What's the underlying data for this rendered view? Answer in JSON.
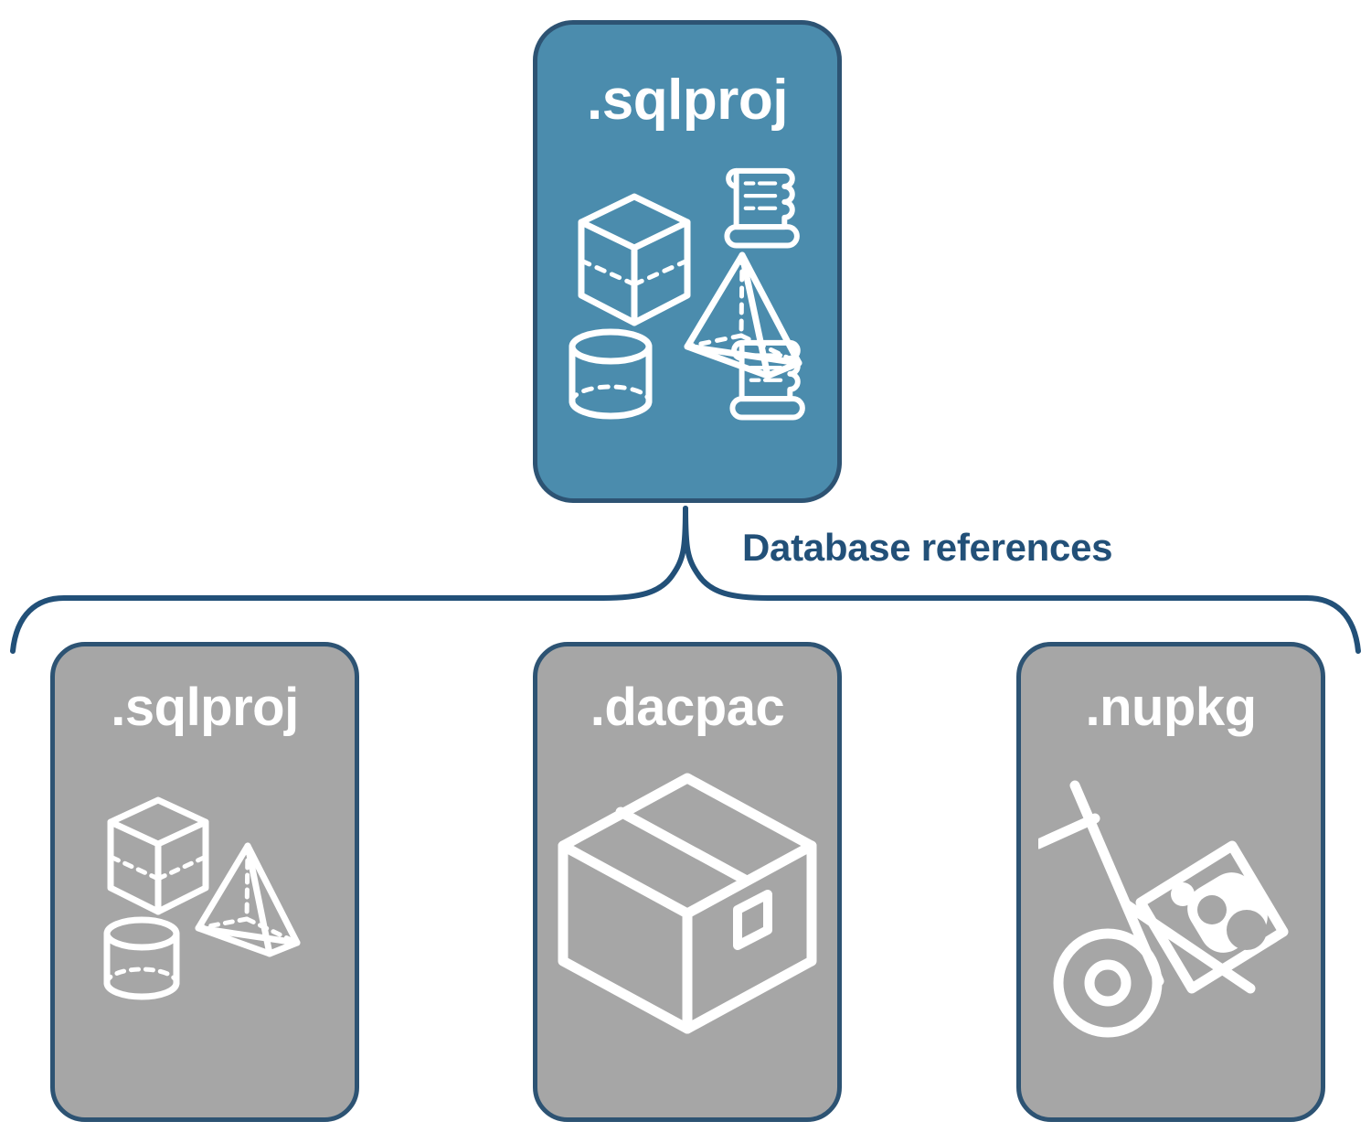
{
  "diagram": {
    "title": "SQL project database references",
    "background_color": "#ffffff",
    "accent_color": "#4b8cad",
    "border_color": "#2d5373",
    "neutral_color": "#a6a6a6",
    "label_color": "#225078"
  },
  "root_card": {
    "label": ".sqlproj",
    "fill": "#4b8cad",
    "text_color": "#ffffff",
    "icons": [
      "cube-icon",
      "pyramid-icon",
      "cylinder-icon",
      "scroll-icon",
      "scroll-icon"
    ]
  },
  "connector": {
    "label": "Database references",
    "style": "curly-brace",
    "color": "#225078"
  },
  "reference_cards": [
    {
      "label": ".sqlproj",
      "fill": "#a6a6a6",
      "text_color": "#ffffff",
      "icons": [
        "cube-icon",
        "pyramid-icon",
        "cylinder-icon"
      ]
    },
    {
      "label": ".dacpac",
      "fill": "#a6a6a6",
      "text_color": "#ffffff",
      "icons": [
        "package-box-icon"
      ]
    },
    {
      "label": ".nupkg",
      "fill": "#a6a6a6",
      "text_color": "#ffffff",
      "icons": [
        "hand-truck-nuget-icon"
      ]
    }
  ]
}
